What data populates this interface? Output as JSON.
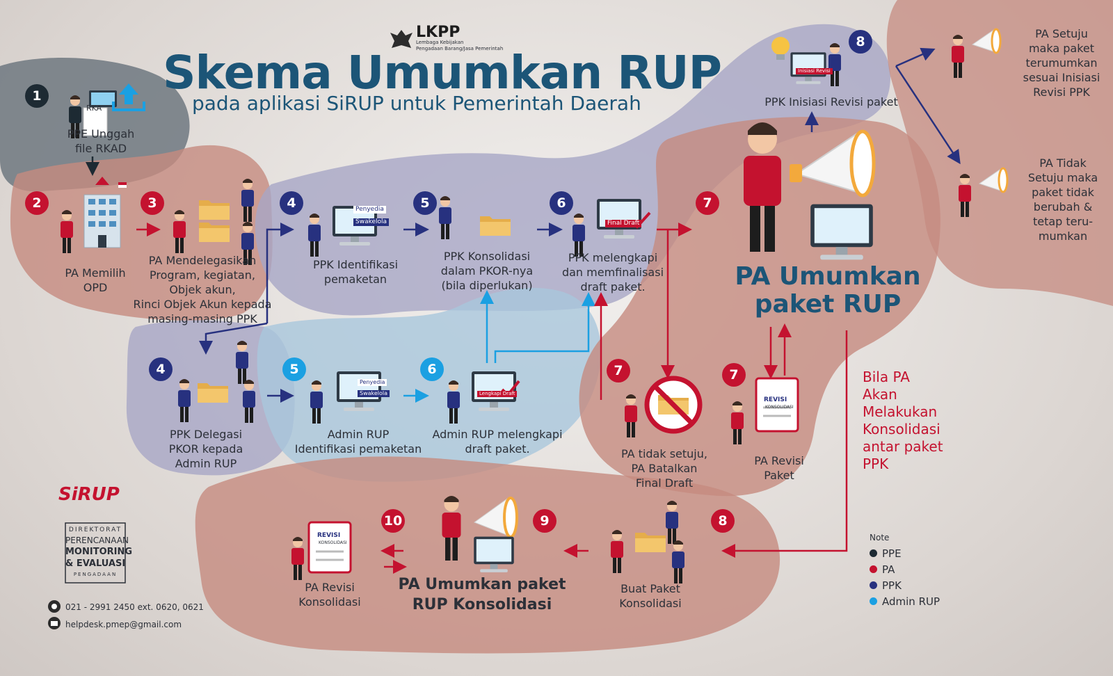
{
  "header": {
    "logo_text": "LKPP",
    "logo_sub_1": "Lembaga Kebijakan",
    "logo_sub_2": "Pengadaan Barang/Jasa Pemerintah",
    "title": "Skema Umumkan RUP",
    "subtitle": "pada aplikasi SiRUP untuk Pemerintah Daerah"
  },
  "steps": {
    "s1": {
      "num": "1",
      "label_1": "PPE Unggah",
      "label_2": "file RKAD"
    },
    "s2": {
      "num": "2",
      "label_1": "PA Memilih",
      "label_2": "OPD"
    },
    "s3": {
      "num": "3",
      "label_1": "PA Mendelegasikan",
      "label_2": "Program, kegiatan,",
      "label_3": "Objek akun,",
      "label_4": "Rinci Objek Akun kepada",
      "label_5": "masing-masing PPK"
    },
    "s4a": {
      "num": "4",
      "label_1": "PPK Identifikasi",
      "label_2": "pemaketan"
    },
    "s5a": {
      "num": "5",
      "label_1": "PPK Konsolidasi",
      "label_2": "dalam PKOR-nya",
      "label_3": "(bila diperlukan)"
    },
    "s6a": {
      "num": "6",
      "label_1": "PPK melengkapi",
      "label_2": "dan memfinalisasi",
      "label_3": "draft paket."
    },
    "s4b": {
      "num": "4",
      "label_1": "PPK Delegasi",
      "label_2": "PKOR kepada",
      "label_3": "Admin RUP"
    },
    "s5b": {
      "num": "5",
      "label_1": "Admin RUP",
      "label_2": "Identifikasi pemaketan"
    },
    "s6b": {
      "num": "6",
      "label_1": "Admin RUP melengkapi",
      "label_2": "draft paket."
    },
    "s7main": {
      "num": "7",
      "label_1": "PA Umumkan",
      "label_2": "paket RUP"
    },
    "s7cancel": {
      "num": "7",
      "label_1": "PA tidak setuju,",
      "label_2": "PA Batalkan",
      "label_3": "Final Draft"
    },
    "s7revisi": {
      "num": "7",
      "label_1": "PA Revisi",
      "label_2": "Paket"
    },
    "s8top": {
      "num": "8",
      "label": "PPK Inisiasi Revisi paket"
    },
    "s8bottom": {
      "num": "8",
      "label_1": "Buat Paket",
      "label_2": "Konsolidasi"
    },
    "s9": {
      "num": "9",
      "label_1": "PA Umumkan paket",
      "label_2": "RUP Konsolidasi"
    },
    "s10": {
      "num": "10",
      "label_1": "PA Revisi",
      "label_2": "Konsolidasi"
    }
  },
  "outcomes": {
    "agree": {
      "l1": "PA Setuju",
      "l2": "maka paket",
      "l3": "terumumkan",
      "l4": "sesuai Inisiasi",
      "l5": "Revisi PPK"
    },
    "disagree": {
      "l1": "PA Tidak",
      "l2": "Setuju maka",
      "l3": "paket tidak",
      "l4": "berubah  &",
      "l5": "tetap teru-",
      "l6": "mumkan"
    }
  },
  "consolidation_note": {
    "l1": "Bila PA",
    "l2": "Akan",
    "l3": "Melakukan",
    "l4": "Konsolidasi",
    "l5": "antar paket",
    "l6": "PPK"
  },
  "screen_labels": {
    "penyedia": "Penyedia",
    "swakelola": "Swakelola",
    "final_draft": "Final Draft",
    "lengkapi_draft": "Lengkapi Draft",
    "inisiasi_revisi": "Inisiasi Revisi",
    "rka": "RKA",
    "revisi": "REVISI",
    "konsolidasi": "KONSOLIDASI"
  },
  "legend": {
    "title": "Note",
    "items": [
      {
        "label": "PPE",
        "color": "#1d2a33"
      },
      {
        "label": "PA",
        "color": "#c4122f"
      },
      {
        "label": "PPK",
        "color": "#27317f"
      },
      {
        "label": "Admin RUP",
        "color": "#1ba0e2"
      }
    ]
  },
  "footer": {
    "sirup_logo": "SiRUP",
    "directorate_1": "DIREKTORAT",
    "directorate_2": "PERENCANAAN",
    "directorate_3": "MONITORING",
    "directorate_4": "& EVALUASI",
    "directorate_5": "PENGADAAN",
    "phone": "021 - 2991 2450 ext. 0620, 0621",
    "email": "helpdesk.pmep@gmail.com"
  },
  "colors": {
    "ppe_region": "#6f7880",
    "pa_region": "#c58b80",
    "ppk_region": "#a8a6c6",
    "admin_region": "#a9c7dc",
    "arrow_pa": "#c4122f",
    "arrow_ppk": "#27317f",
    "arrow_admin": "#1ba0e2",
    "title_blue": "#1c5577"
  }
}
